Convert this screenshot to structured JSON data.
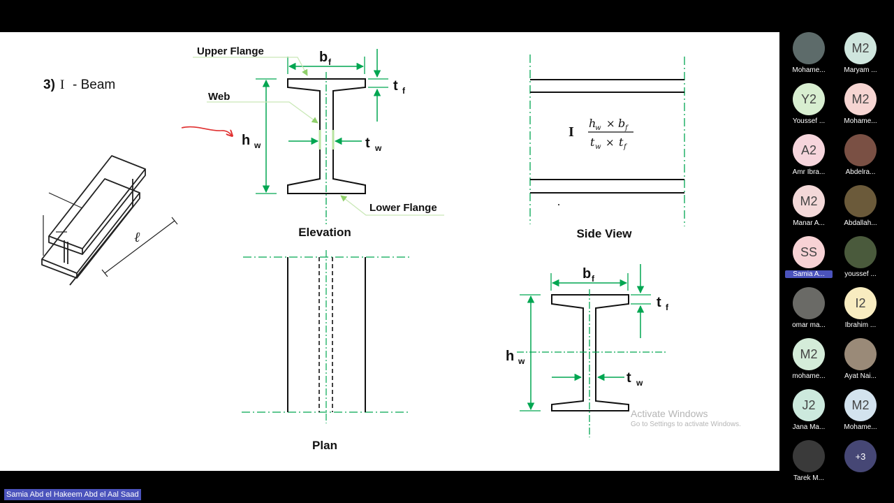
{
  "slide": {
    "section_number": "3)",
    "section_symbol": "I",
    "section_title": "- Beam",
    "labels": {
      "upper_flange": "Upper Flange",
      "web": "Web",
      "lower_flange": "Lower Flange",
      "elevation": "Elevation",
      "plan": "Plan",
      "side_view": "Side View",
      "bf": "b",
      "bf_sub": "f",
      "tf": "t",
      "tf_sub": "f",
      "hw": "h",
      "hw_sub": "w",
      "tw": "t",
      "tw_sub": "w",
      "iso_l": "ℓ"
    },
    "formula": {
      "symbol": "I",
      "numerator_left": "h",
      "numerator_left_sub": "w",
      "times": "×",
      "numerator_right": "b",
      "numerator_right_sub": "f",
      "denominator_left": "t",
      "denominator_left_sub": "w",
      "denominator_right": "t",
      "denominator_right_sub": "f"
    }
  },
  "watermark": {
    "line1": "Activate Windows",
    "line2": "Go to Settings to activate Windows."
  },
  "participants": [
    {
      "initials": "",
      "name": "Mohame...",
      "photo": true,
      "color": "#5d6b6a"
    },
    {
      "initials": "M2",
      "name": "Maryam ...",
      "photo": false,
      "color": "#cfe6de"
    },
    {
      "initials": "Y2",
      "name": "Youssef ...",
      "photo": false,
      "color": "#d8eed0"
    },
    {
      "initials": "M2",
      "name": "Mohame...",
      "photo": false,
      "color": "#f6d5d2"
    },
    {
      "initials": "A2",
      "name": "Amr Ibra...",
      "photo": false,
      "color": "#f6d5dc"
    },
    {
      "initials": "",
      "name": "Abdelra...",
      "photo": true,
      "color": "#7a5044"
    },
    {
      "initials": "M2",
      "name": "Manar A...",
      "photo": false,
      "color": "#f3d8d8"
    },
    {
      "initials": "",
      "name": "Abdallah...",
      "photo": true,
      "color": "#6b5a3a"
    },
    {
      "initials": "SS",
      "name": "Samia A...",
      "photo": false,
      "color": "#f7d2d5",
      "highlight": true
    },
    {
      "initials": "",
      "name": "youssef ...",
      "photo": true,
      "color": "#4a5a3c"
    },
    {
      "initials": "",
      "name": "omar ma...",
      "photo": true,
      "color": "#6a6a66"
    },
    {
      "initials": "I2",
      "name": "Ibrahim ...",
      "photo": false,
      "color": "#f8ecc0"
    },
    {
      "initials": "M2",
      "name": "mohame...",
      "photo": false,
      "color": "#d4ecd9"
    },
    {
      "initials": "",
      "name": "Ayat Nai...",
      "photo": true,
      "color": "#9a8a78"
    },
    {
      "initials": "J2",
      "name": "Jana Ma...",
      "photo": false,
      "color": "#cce9dd"
    },
    {
      "initials": "M2",
      "name": "Mohame...",
      "photo": false,
      "color": "#d3e3ee"
    },
    {
      "initials": "",
      "name": "Tarek M...",
      "photo": true,
      "color": "#3a3a3a"
    }
  ],
  "more_participants": "+3",
  "presenter_name": "Samia Abd el Hakeem Abd el Aal Saad",
  "colors": {
    "dimension_green": "#00a651",
    "leader_green": "#9bd17a",
    "annotation_red": "#e03030",
    "presenter_badge": "#4b53bc"
  }
}
